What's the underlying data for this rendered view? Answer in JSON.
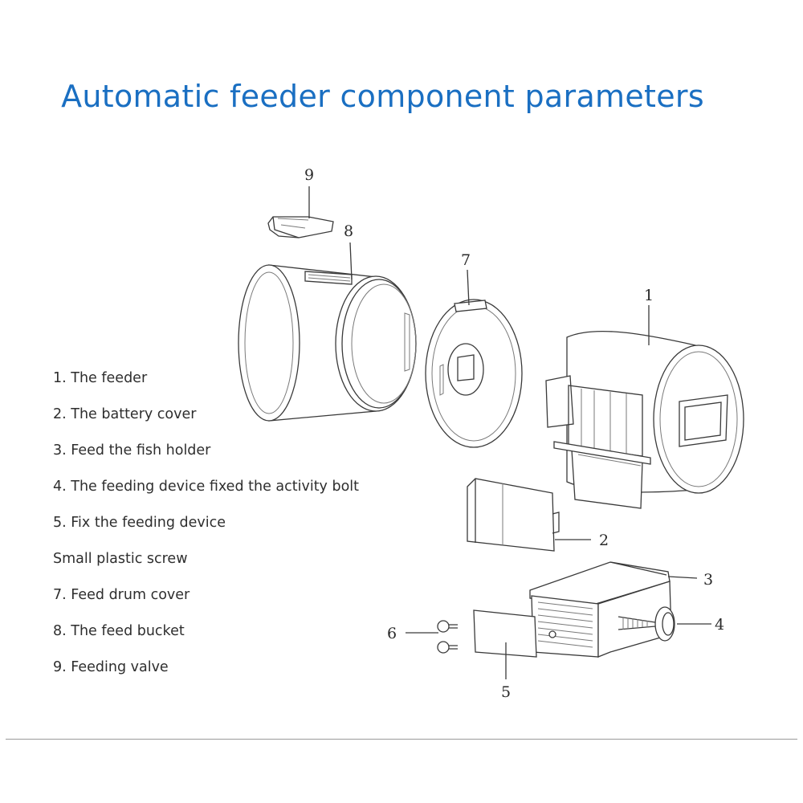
{
  "title": "Automatic feeder component parameters",
  "components": [
    "1. The feeder",
    "2. The battery cover",
    "3. Feed the fish holder",
    "4. The feeding device fixed the activity bolt",
    "5. Fix the feeding device",
    "Small plastic screw",
    "7. Feed drum cover",
    "8. The feed bucket",
    "9. Feeding valve"
  ],
  "callouts": [
    "1",
    "2",
    "3",
    "4",
    "5",
    "6",
    "7",
    "8",
    "9"
  ],
  "colors": {
    "title": "#1a6fc2",
    "text": "#2e2e2e",
    "line": "#3a3a3a"
  }
}
